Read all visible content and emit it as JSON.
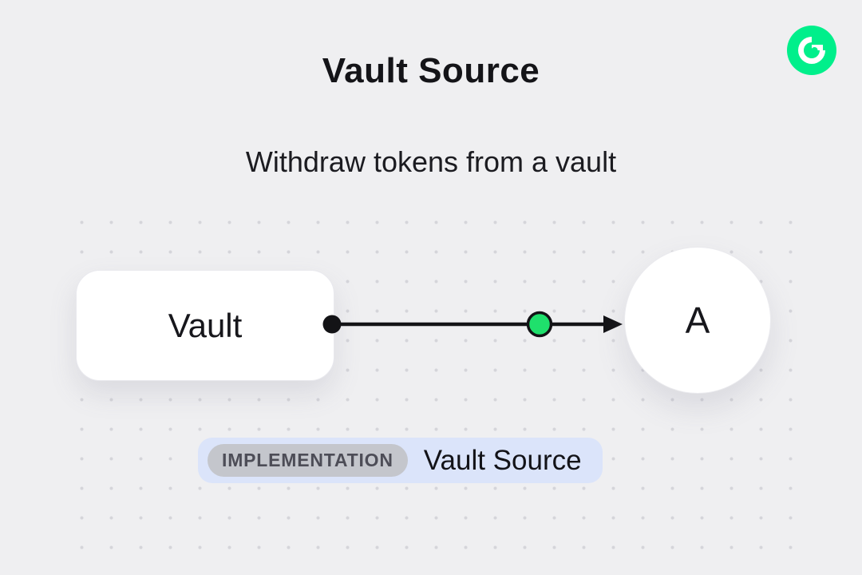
{
  "page": {
    "title": "Vault Source",
    "subtitle": "Withdraw tokens from a vault"
  },
  "logo": {
    "icon": "flow-logo",
    "brand_color": "#00ef8b"
  },
  "diagram": {
    "vault_label": "Vault",
    "target_label": "A",
    "connector_color": "#131316",
    "node_green": "#1fe06c"
  },
  "badge": {
    "tag": "IMPLEMENTATION",
    "label": "Vault Source"
  }
}
